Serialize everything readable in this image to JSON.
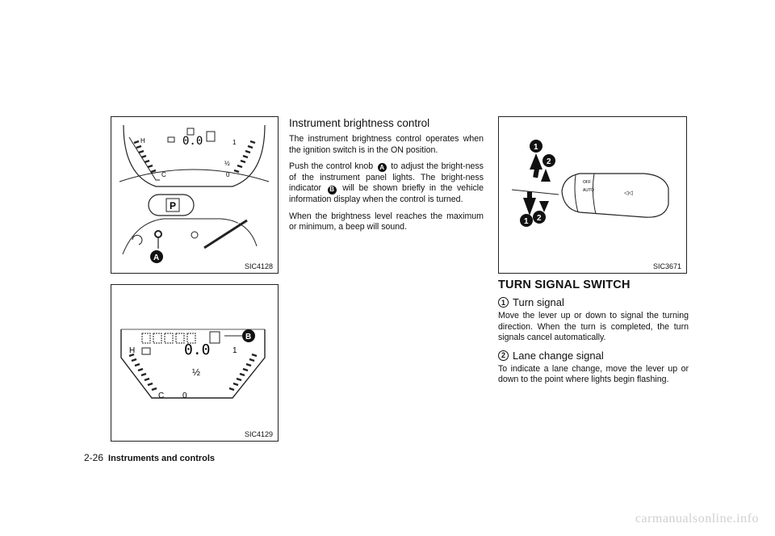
{
  "figures": {
    "fig1_code": "SIC4128",
    "fig2_code": "SIC4129",
    "fig3_code": "SIC3671"
  },
  "callouts": {
    "a": "A",
    "b": "B",
    "one": "1",
    "two": "2"
  },
  "gauge": {
    "h": "H",
    "c": "C",
    "zero": "0",
    "half": "½",
    "one": "1",
    "reading": "0.0"
  },
  "lever": {
    "off": "OFF",
    "auto": "AUTO",
    "park": "◁◁"
  },
  "brightness": {
    "title": "Instrument brightness control",
    "p1": "The instrument brightness control operates when the ignition switch is in the ON position.",
    "p2_a": "Push the control knob",
    "p2_b": "to adjust the bright-ness of the instrument panel lights. The bright-ness indicator",
    "p2_c": "will be shown briefly in the vehicle information display when the control is turned.",
    "p3": "When the brightness level reaches the maximum or minimum, a beep will sound."
  },
  "turn_signal": {
    "title": "TURN SIGNAL SWITCH",
    "sub1": "Turn signal",
    "p1": "Move the lever up or down to signal the turning direction. When the turn is completed, the turn signals cancel automatically.",
    "sub2": "Lane change signal",
    "p2": "To indicate a lane change, move the lever up or down to the point where lights begin flashing."
  },
  "footer": {
    "page": "2-26",
    "section": "Instruments and controls"
  },
  "watermark": "carmanualsonline.info"
}
